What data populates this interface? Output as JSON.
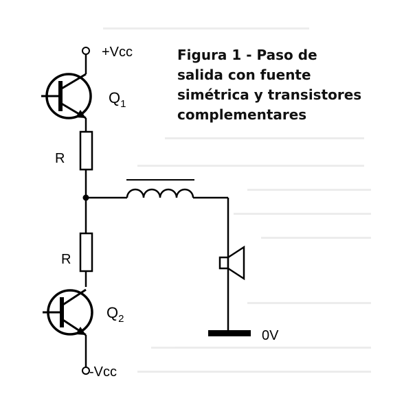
{
  "caption": {
    "lines": [
      "Figura 1 - Paso de",
      "salida con fuente",
      "simétrica y transistores",
      "complementares"
    ]
  },
  "labels": {
    "vcc_pos": "+Vcc",
    "vcc_neg": "-Vcc",
    "q1": "Q",
    "q1_sub": "1",
    "q2": "Q",
    "q2_sub": "2",
    "r_top": "R",
    "r_bottom": "R",
    "ground": "0V"
  }
}
